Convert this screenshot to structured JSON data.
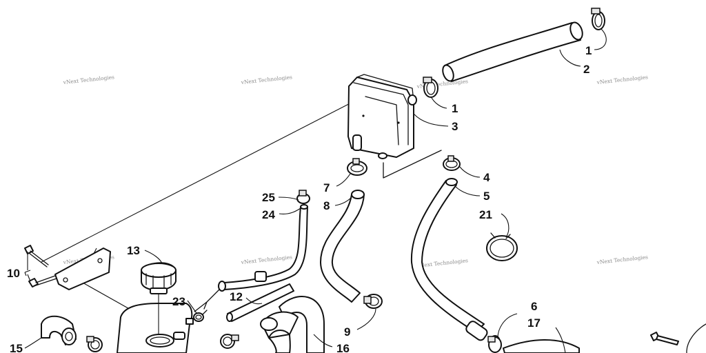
{
  "callouts": {
    "c1a": "1",
    "c2": "2",
    "c1b": "1",
    "c3": "3",
    "c4": "4",
    "c5": "5",
    "c6": "6",
    "c17": "17",
    "c7": "7",
    "c8": "8",
    "c9": "9",
    "c10": "10",
    "c12": "12",
    "c13": "13",
    "c15": "15",
    "c16": "16",
    "c21": "21",
    "c23": "23",
    "c24": "24",
    "c25": "25"
  },
  "watermarks": {
    "text": "vNext Technologies"
  }
}
